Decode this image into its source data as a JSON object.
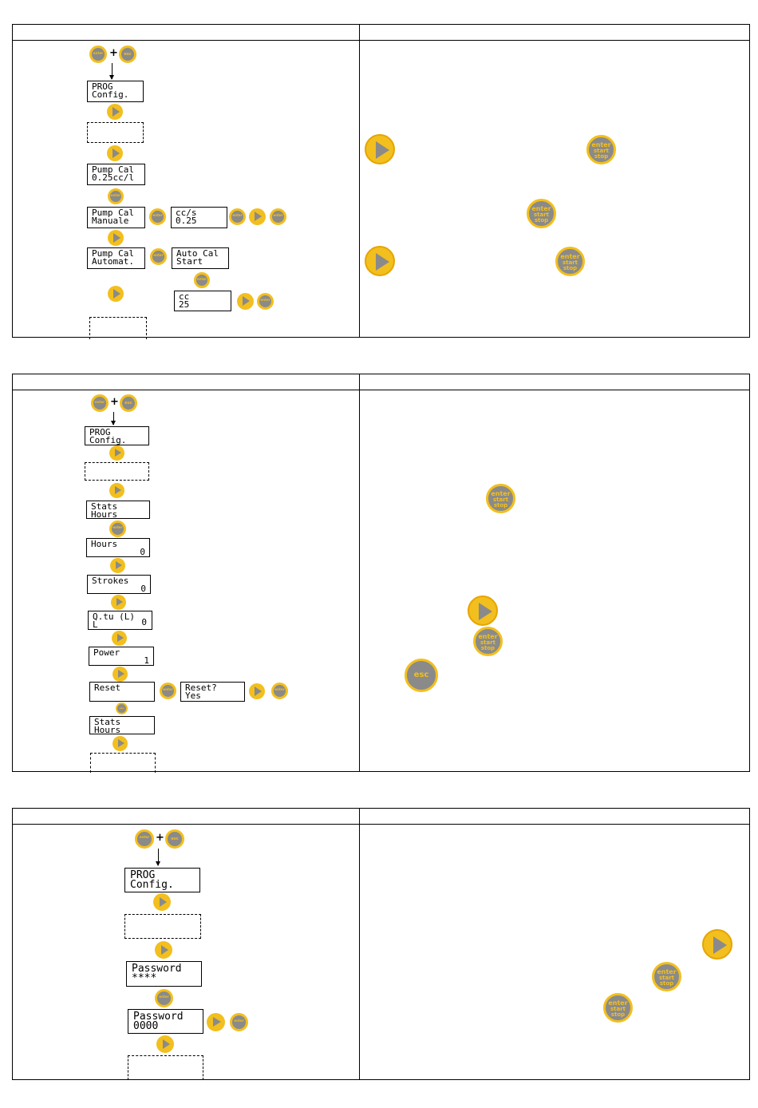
{
  "panel1": {
    "prog_config": [
      "PROG",
      "Config."
    ],
    "pump_cal_value": [
      "Pump Cal",
      "0.25cc/l"
    ],
    "pump_cal_manuale": [
      "Pump Cal",
      "Manuale"
    ],
    "ccs_value": [
      "cc/s",
      "0.25"
    ],
    "pump_cal_automat": [
      "Pump Cal",
      "Automat."
    ],
    "auto_cal_start": [
      "Auto Cal",
      "Start"
    ],
    "cc_value": [
      "cc",
      "25"
    ]
  },
  "panel2": {
    "prog_config": [
      "PROG",
      "Config."
    ],
    "stats_hours": [
      "Stats",
      "Hours"
    ],
    "hours": [
      "Hours",
      "0"
    ],
    "strokes": [
      "Strokes",
      "0"
    ],
    "qtu": [
      "Q.tu (L)",
      "L",
      "0"
    ],
    "power": [
      "Power",
      "1"
    ],
    "reset": "Reset",
    "reset_yes": [
      "Reset?",
      "Yes"
    ],
    "stats_hours_2": [
      "Stats",
      "Hours"
    ]
  },
  "panel3": {
    "prog_config": [
      "PROG",
      "Config."
    ],
    "password_masked": [
      "Password",
      "****"
    ],
    "password_value": [
      "Password",
      "0000"
    ]
  },
  "buttons": {
    "enter_label": "enter",
    "start_label": "start",
    "stop_label": "stop",
    "esc_label": "esc",
    "plus": "+"
  },
  "colors": {
    "button_yellow": "#f2bf1e",
    "button_grey": "#8a8a8a"
  }
}
